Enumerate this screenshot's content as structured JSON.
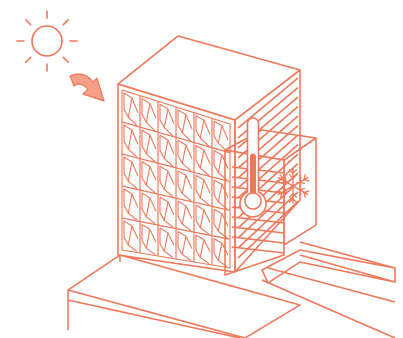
{
  "illustration": {
    "colors": {
      "line": "#f0785a",
      "fill_accent": "#f0785a",
      "background": "#ffffff"
    },
    "icons": [
      "sun-icon",
      "heat-arrow-icon",
      "thermometer-icon",
      "snowflake-icon"
    ],
    "facade": {
      "shading_columns": 6,
      "shading_rows": 5
    },
    "thermometer_level": 0.55
  }
}
